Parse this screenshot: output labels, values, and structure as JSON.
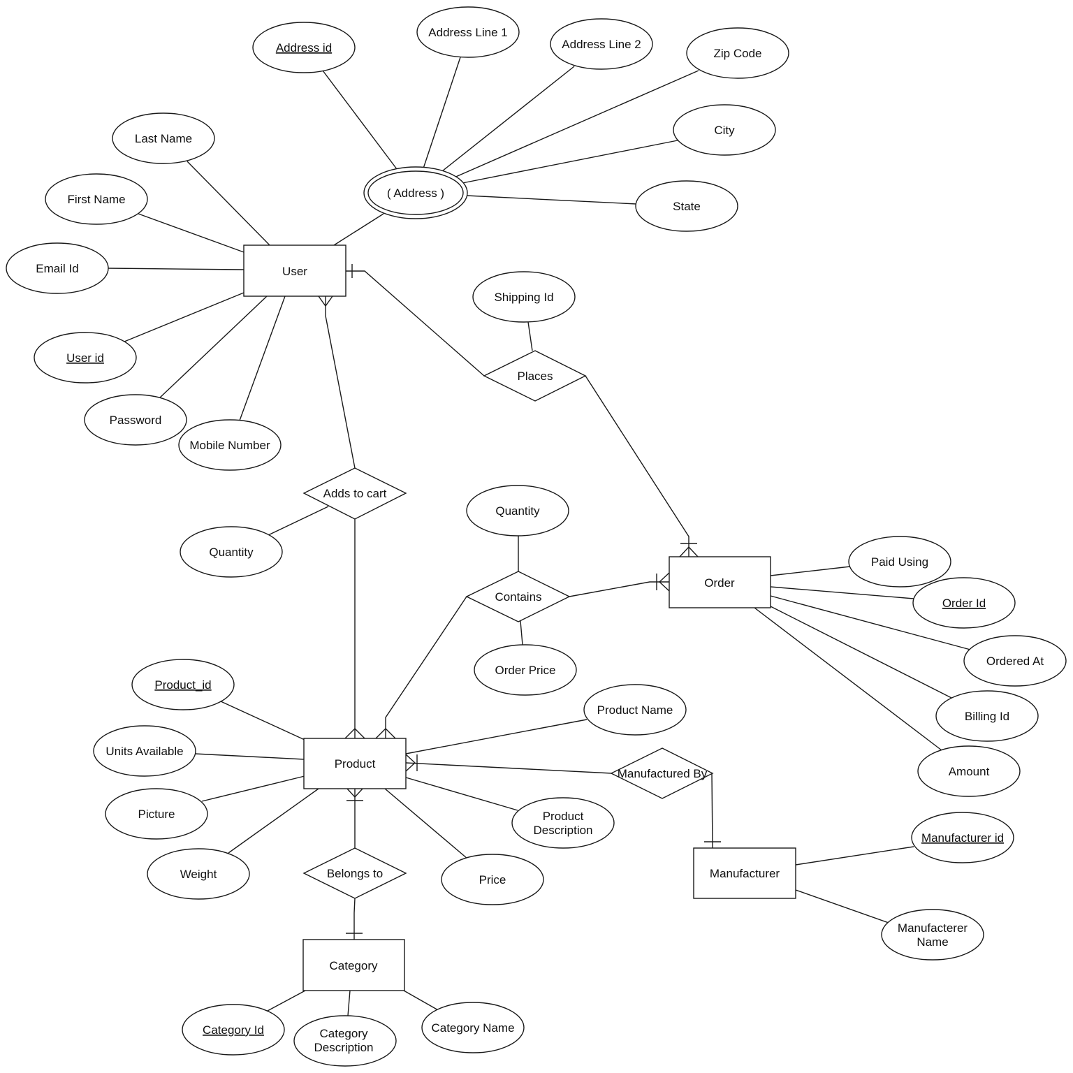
{
  "entities": {
    "user": "User",
    "order": "Order",
    "product": "Product",
    "category": "Category",
    "manufacturer": "Manufacturer"
  },
  "relationships": {
    "places": "Places",
    "adds_to_cart": "Adds to cart",
    "contains": "Contains",
    "manufactured_by": "Manufactured By",
    "belongs_to": "Belongs to"
  },
  "attributes": {
    "address_id": "Address id",
    "address_line_1": "Address Line 1",
    "address_line_2": "Address Line 2",
    "zip_code": "Zip Code",
    "city": "City",
    "state": "State",
    "address": "( Address )",
    "last_name": "Last Name",
    "first_name": "First Name",
    "email_id": "Email Id",
    "user_id": "User id",
    "password": "Password",
    "mobile_number": "Mobile Number",
    "shipping_id": "Shipping Id",
    "cart_quantity": "Quantity",
    "order_quantity": "Quantity",
    "order_price": "Order Price",
    "paid_using": "Paid Using",
    "order_id": "Order Id",
    "ordered_at": "Ordered At",
    "billing_id": "Billing Id",
    "amount": "Amount",
    "product_id": "Product_id",
    "units_available": "Units Available",
    "picture": "Picture",
    "weight": "Weight",
    "product_name": "Product Name",
    "product_description_1": "Product",
    "product_description_2": "Description",
    "price": "Price",
    "category_id": "Category Id",
    "category_description_1": "Category",
    "category_description_2": "Description",
    "category_name": "Category Name",
    "manufacturer_id": "Manufacturer id",
    "manufacturer_name_1": "Manufacterer",
    "manufacturer_name_2": "Name"
  }
}
